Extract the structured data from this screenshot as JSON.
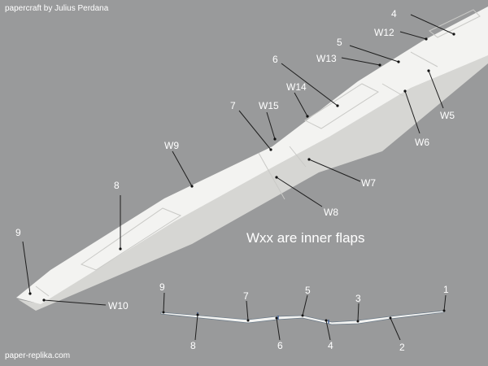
{
  "credits": {
    "top": "papercraft by Julius Perdana",
    "bottom": "paper-replika.com"
  },
  "note": "Wxx are inner flaps",
  "wing_labels": [
    "4",
    "5",
    "6",
    "7",
    "8",
    "9",
    "W5",
    "W6",
    "W7",
    "W8",
    "W9",
    "W10",
    "W12",
    "W13",
    "W14",
    "W15"
  ],
  "profile_labels": [
    "1",
    "2",
    "3",
    "4",
    "5",
    "6",
    "7",
    "8",
    "9"
  ],
  "colors": {
    "background": "#999a9b",
    "wing_top": "#f3f3f1",
    "wing_underside": "#d6d6d3",
    "leader": "#1e1e1e",
    "text": "#ffffff"
  }
}
